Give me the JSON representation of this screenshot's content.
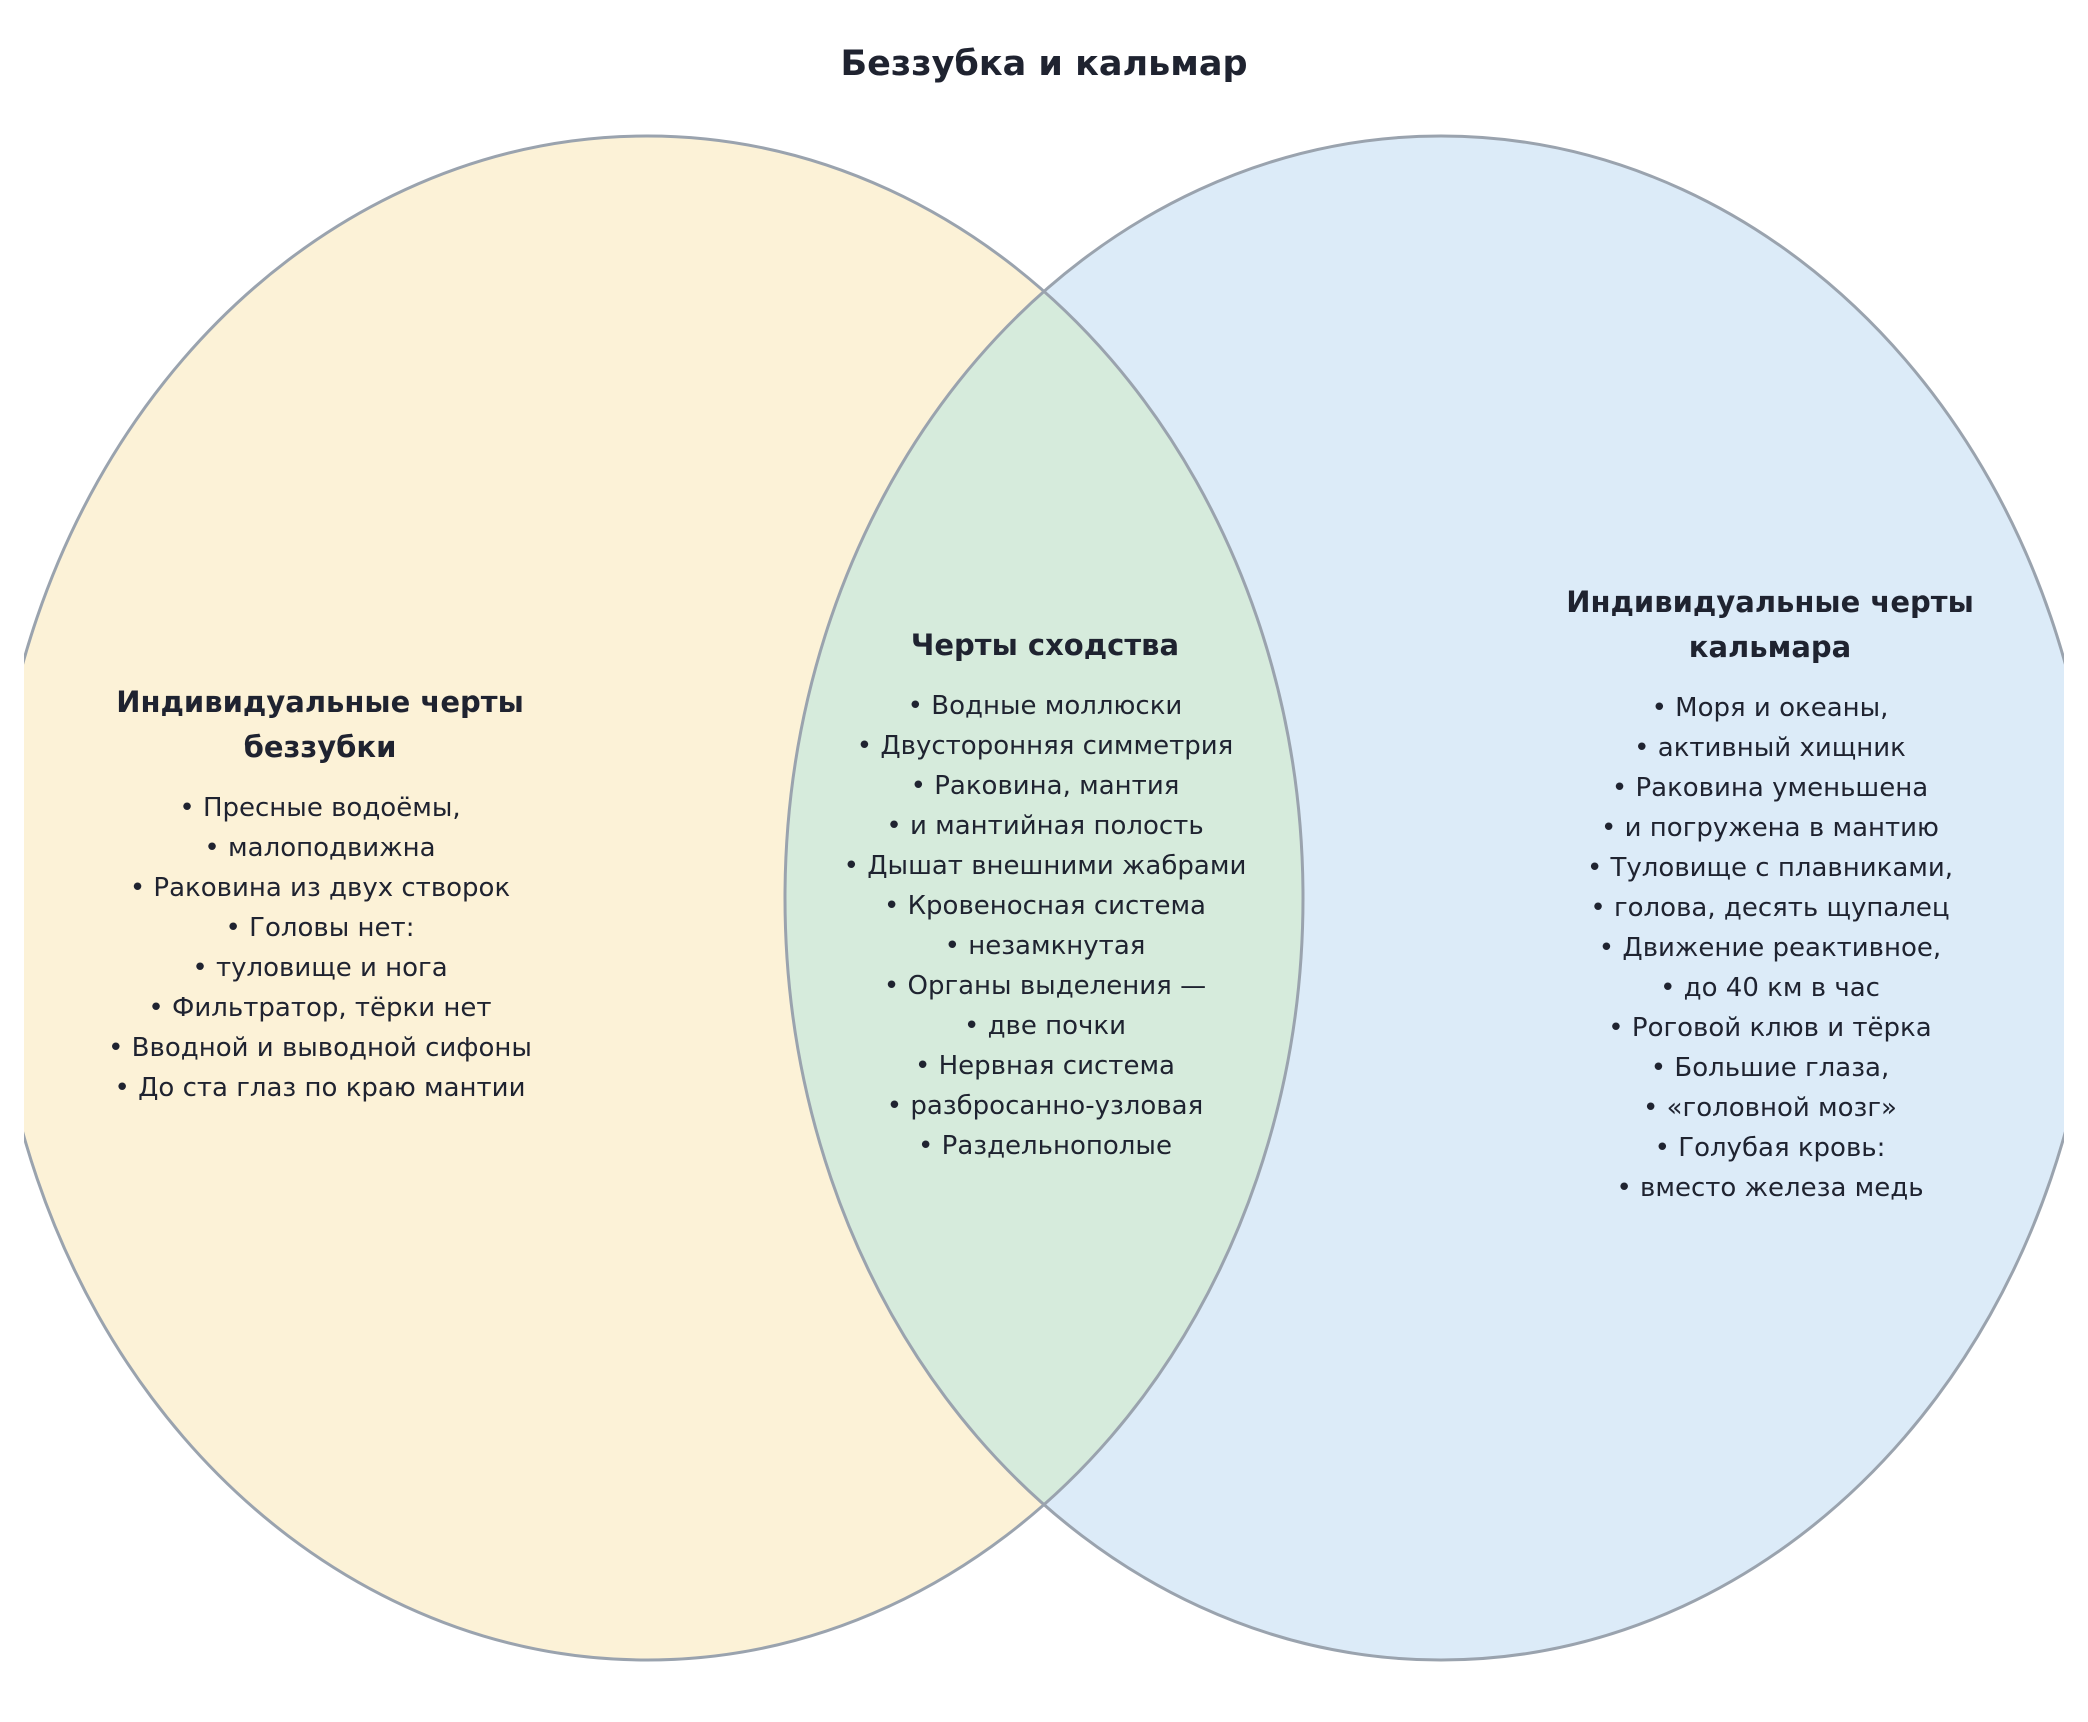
{
  "title": "Беззубка и кальмар",
  "colors": {
    "left_fill": "#fcf2d7",
    "right_fill": "#dcebf8",
    "overlap_fill": "#d6ebdc",
    "outline": "#9aa3ae",
    "text": "#1f2330"
  },
  "left": {
    "heading_line1": "Индивидуальные черты",
    "heading_line2": "беззубки",
    "items": [
      "• Пресные водоёмы,",
      "• малоподвижна",
      "• Раковина из двух створок",
      "• Головы нет:",
      "• туловище и нога",
      "• Фильтратор, тёрки нет",
      "• Вводной и выводной сифоны",
      "• До ста глаз по краю мантии"
    ]
  },
  "middle": {
    "heading": "Черты сходства",
    "items": [
      "• Водные моллюски",
      "• Двусторонняя симметрия",
      "• Раковина, мантия",
      "• и мантийная полость",
      "• Дышат внешними жабрами",
      "• Кровеносная система",
      "• незамкнутая",
      "• Органы выделения —",
      "• две почки",
      "• Нервная система",
      "• разбросанно-узловая",
      "• Раздельнополые"
    ]
  },
  "right": {
    "heading_line1": "Индивидуальные черты",
    "heading_line2": "кальмара",
    "items": [
      "• Моря и океаны,",
      "• активный хищник",
      "• Раковина уменьшена",
      "• и погружена в мантию",
      "• Туловище с плавниками,",
      "• голова, десять щупалец",
      "• Движение реактивное,",
      "• до 40 км в час",
      "• Роговой клюв и тёрка",
      "• Большие глаза,",
      "• «головной мозг»",
      "• Голубая кровь:",
      "• вместо железа медь"
    ]
  }
}
